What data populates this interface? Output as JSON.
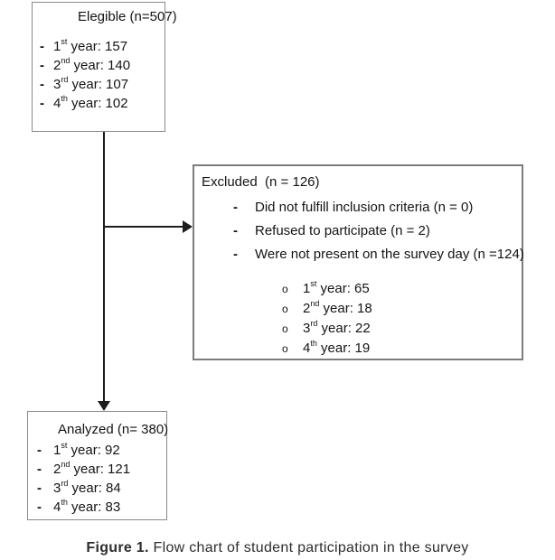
{
  "eligible": {
    "title": "Elegible (n=507)",
    "bullet": "-",
    "items": [
      {
        "num": "1",
        "sup": "st",
        "rest": " year: 157"
      },
      {
        "num": "2",
        "sup": "nd",
        "rest": " year: 140"
      },
      {
        "num": "3",
        "sup": "rd",
        "rest": " year: 107"
      },
      {
        "num": "4",
        "sup": "th",
        "rest": " year: 102"
      }
    ]
  },
  "excluded": {
    "title": "Excluded  (n = 126)",
    "bullet": "-",
    "reasons": [
      "Did not fulfill inclusion criteria (n = 0)",
      "Refused to participate (n = 2)",
      "Were not present on the survey day (n =124)"
    ],
    "sub_bullet": "o",
    "sub_items": [
      {
        "num": "1",
        "sup": "st",
        "rest": " year: 65"
      },
      {
        "num": "2",
        "sup": "nd",
        "rest": " year: 18"
      },
      {
        "num": "3",
        "sup": "rd",
        "rest": " year: 22"
      },
      {
        "num": "4",
        "sup": "th",
        "rest": " year: 19"
      }
    ]
  },
  "analyzed": {
    "title": "Analyzed (n= 380)",
    "bullet": "-",
    "items": [
      {
        "num": "1",
        "sup": "st",
        "rest": " year: 92"
      },
      {
        "num": "2",
        "sup": "nd",
        "rest": " year: 121"
      },
      {
        "num": "3",
        "sup": "rd",
        "rest": " year: 84"
      },
      {
        "num": "4",
        "sup": "th",
        "rest": " year: 83"
      }
    ]
  },
  "caption": {
    "label": "Figure 1.",
    "text": " Flow chart of student participation in the survey"
  },
  "colors": {
    "box_border_thin": "#8a8a8a",
    "box_border_thick": "#7c7c7c",
    "flow_line": "#1c1c1c",
    "text": "#141414",
    "caption_text": "#2d2d2d",
    "background": "#ffffff"
  }
}
